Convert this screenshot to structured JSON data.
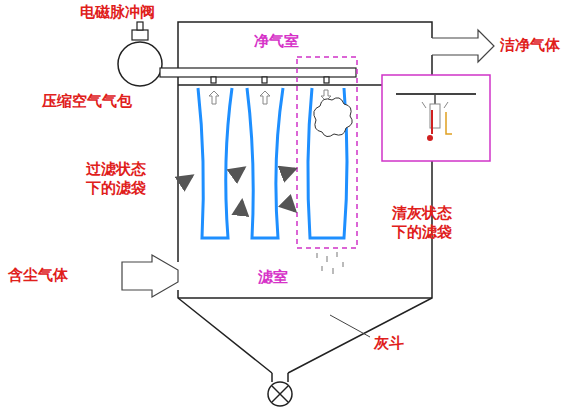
{
  "diagram": {
    "labels": [
      "电磁脉冲阀",
      "净气室",
      "洁净气体",
      "压缩空气气包",
      "过滤状态 下的滤袋",
      "清灰状态 下的滤袋",
      "含尘气体",
      "滤室",
      "灰斗"
    ]
  }
}
